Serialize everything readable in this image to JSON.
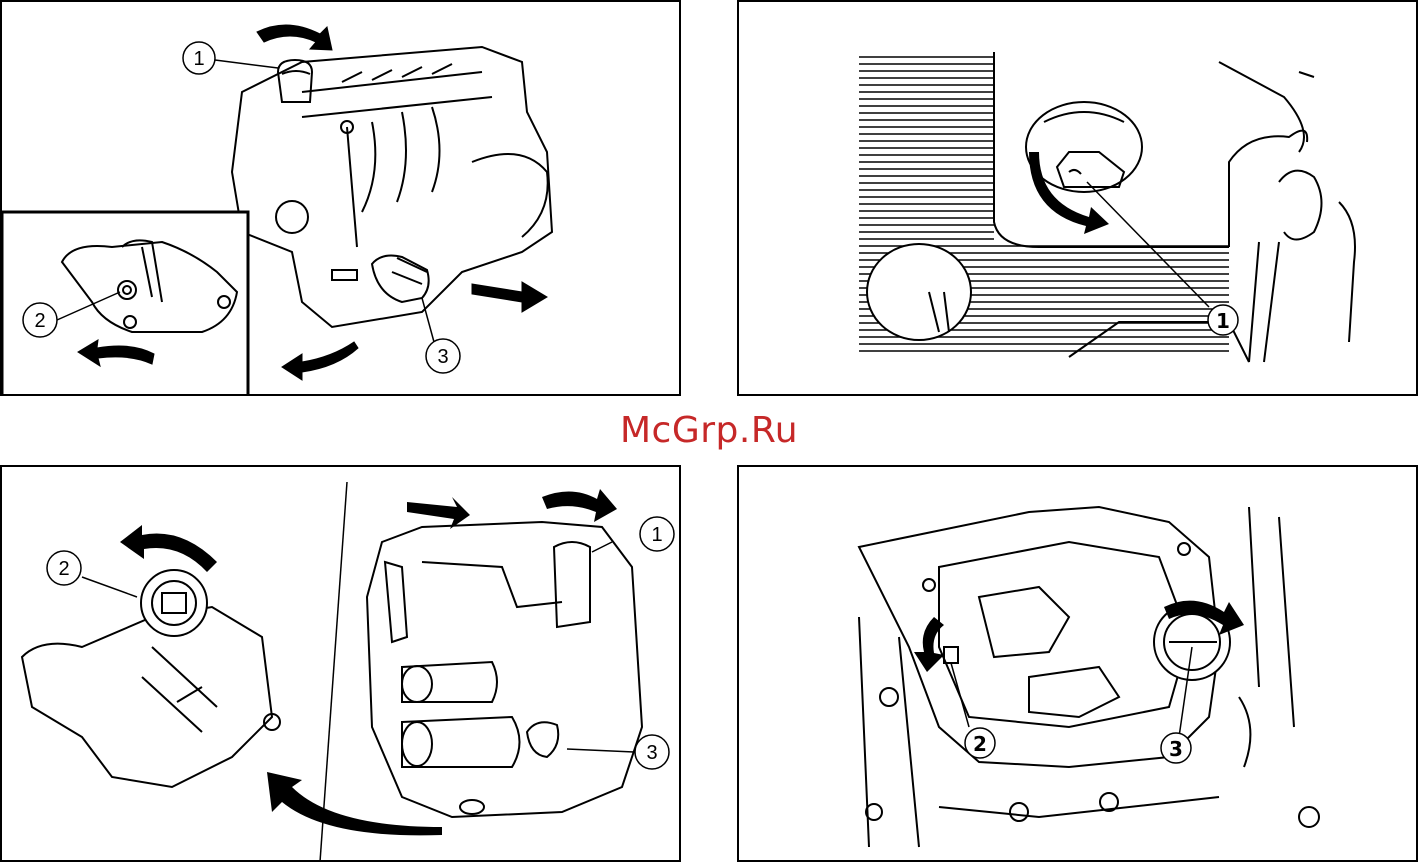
{
  "watermark": "McGrp.Ru",
  "panels": [
    {
      "callouts": [
        "1",
        "2",
        "3"
      ]
    },
    {
      "callouts": [
        "1"
      ]
    },
    {
      "callouts": [
        "1",
        "2",
        "3"
      ]
    },
    {
      "callouts": [
        "2",
        "3"
      ]
    }
  ],
  "colors": {
    "line": "#000000",
    "watermark": "#c62828",
    "background": "#ffffff"
  }
}
